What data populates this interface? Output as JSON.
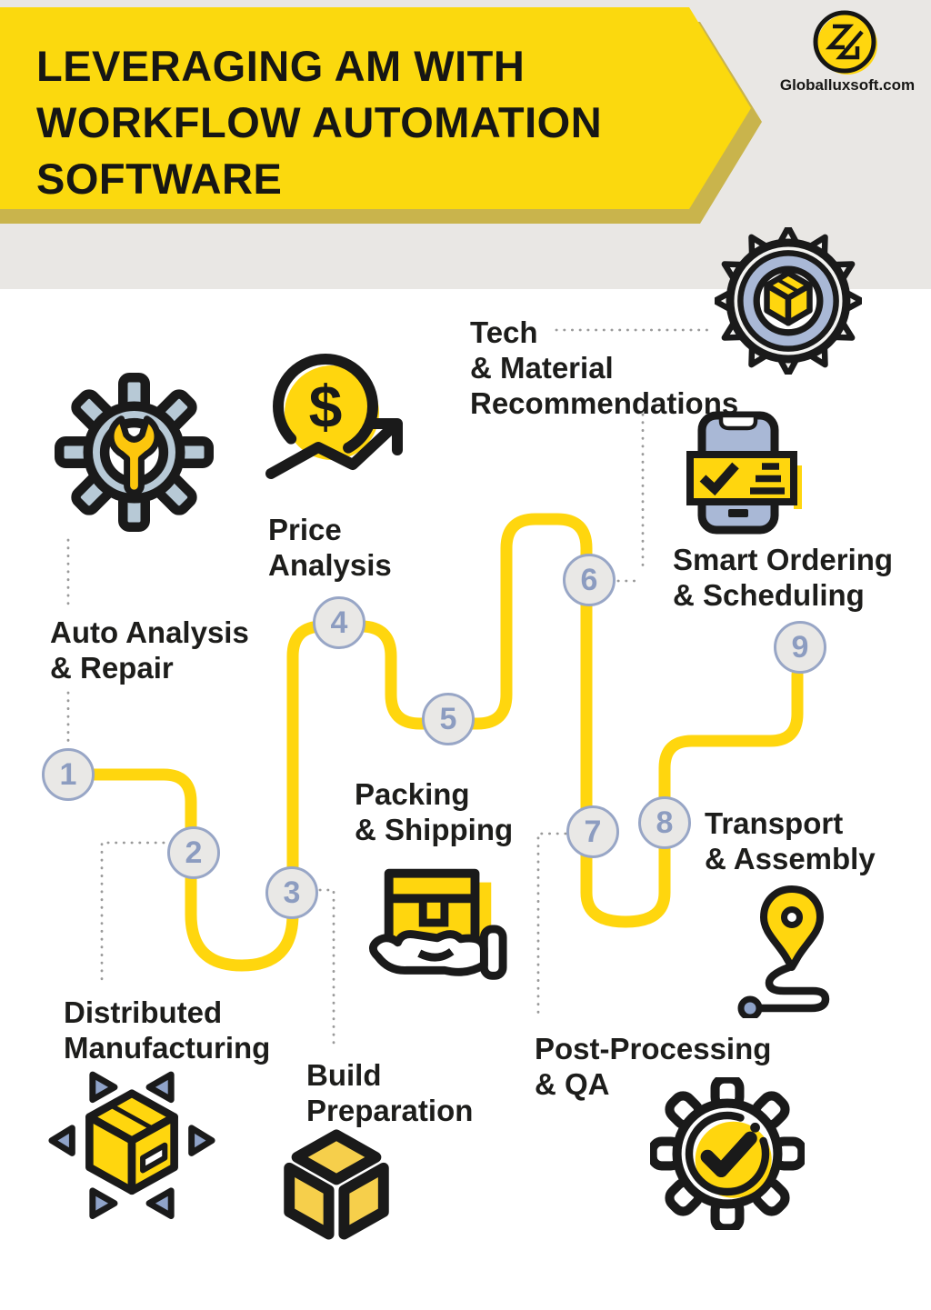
{
  "header": {
    "title": "LEVERAGING AM WITH\nWORKFLOW AUTOMATION\nSOFTWARE",
    "brand": "Globalluxsoft.com",
    "logo_icon": "slg-monogram-icon"
  },
  "colors": {
    "banner_yellow": "#fbd90e",
    "banner_shadow": "#c9b44c",
    "background_gray": "#e9e7e4",
    "path_yellow": "#ffd60e",
    "badge_border": "#98a6c6",
    "badge_fill": "#e9e8e6",
    "badge_number": "#8c9cc0",
    "label_text": "#1d1d1b",
    "icon_blue_gray": "#a9b8d6",
    "icon_yellow": "#ffd60e",
    "dotted_line": "#9a9a9a"
  },
  "steps": [
    {
      "number": "1",
      "label": "Auto Analysis\n& Repair",
      "icon": "gear-wrench-icon"
    },
    {
      "number": "2",
      "label": "Distributed\nManufacturing",
      "icon": "exploded-box-icon"
    },
    {
      "number": "3",
      "label": "Build\nPreparation",
      "icon": "open-cube-icon"
    },
    {
      "number": "4",
      "label": "Price\nAnalysis",
      "icon": "dollar-trend-icon"
    },
    {
      "number": "5",
      "label": "Packing\n& Shipping",
      "icon": "box-in-hand-icon"
    },
    {
      "number": "6",
      "label": "Tech\n& Material\nRecommendations",
      "icon": "gear-box-icon"
    },
    {
      "number": "7",
      "label": "Post-Processing\n& QA",
      "icon": "gear-check-icon"
    },
    {
      "number": "8",
      "label": "Transport\n& Assembly",
      "icon": "map-pin-route-icon"
    },
    {
      "number": "9",
      "label": "Smart Ordering\n& Scheduling",
      "icon": "phone-checklist-icon"
    }
  ]
}
